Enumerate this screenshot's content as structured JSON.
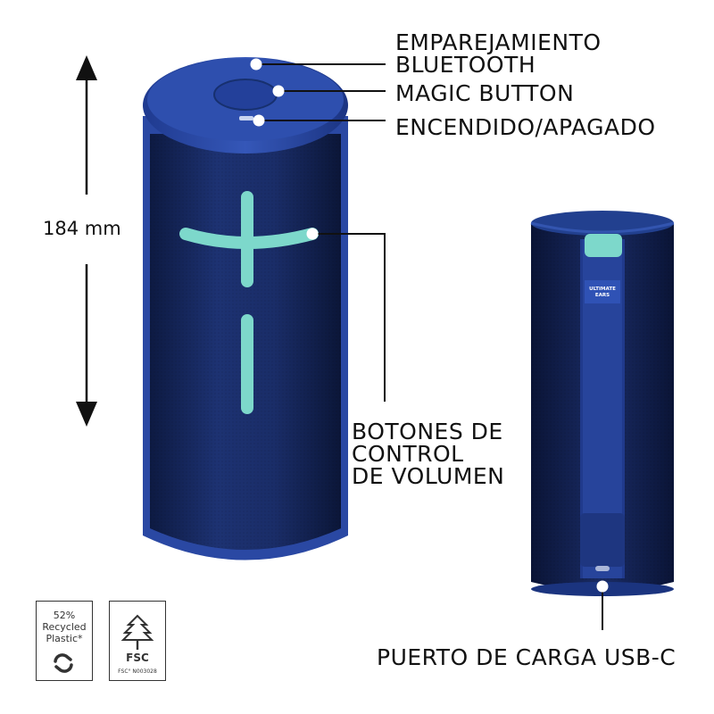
{
  "dimension": {
    "height_label": "184 mm"
  },
  "callouts": {
    "bluetooth_line1": "EMPAREJAMIENTO",
    "bluetooth_line2": "BLUETOOTH",
    "magic_button": "MAGIC BUTTON",
    "power": "ENCENDIDO/APAGADO",
    "volume_line1": "BOTONES DE",
    "volume_line2": "CONTROL",
    "volume_line3": "DE VOLUMEN",
    "usb": "PUERTO DE CARGA USB-C"
  },
  "back_label": {
    "line1": "ULTIMATE",
    "line2": "EARS"
  },
  "badges": {
    "recycled_percent": "52%",
    "recycled_line1": "Recycled",
    "recycled_line2": "Plastic*",
    "fsc_logo_text": "FSC",
    "fsc_code": "FSC° N003028"
  },
  "colors": {
    "body": "#17295e",
    "cap": "#2a48a3",
    "accent": "#7dd8cb",
    "ink": "#111111"
  },
  "icons": {
    "recycle": "recycle-icon",
    "fsc_tree": "fsc-tree-icon"
  }
}
